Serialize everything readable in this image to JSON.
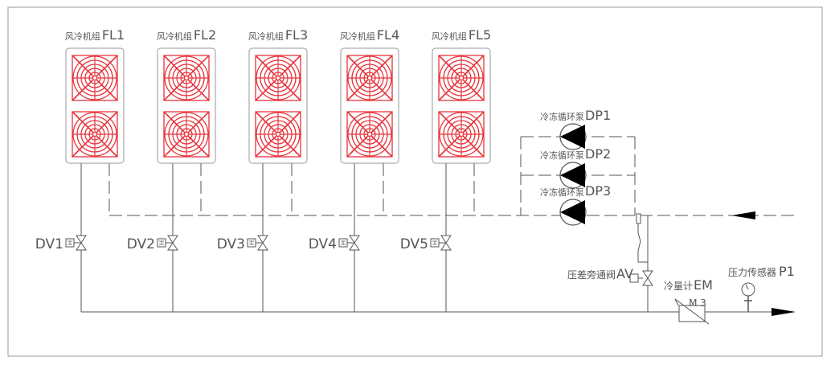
{
  "colors": {
    "line": "#555555",
    "fan": "#e8333b",
    "frame": "#999999",
    "background": "#ffffff",
    "pump_fill": "#000000"
  },
  "chillers": [
    {
      "label": "风冷机组",
      "code": "FL1"
    },
    {
      "label": "风冷机组",
      "code": "FL2"
    },
    {
      "label": "风冷机组",
      "code": "FL3"
    },
    {
      "label": "风冷机组",
      "code": "FL4"
    },
    {
      "label": "风冷机组",
      "code": "FL5"
    }
  ],
  "valves": [
    {
      "code": "DV1"
    },
    {
      "code": "DV2"
    },
    {
      "code": "DV3"
    },
    {
      "code": "DV4"
    },
    {
      "code": "DV5"
    }
  ],
  "pumps": [
    {
      "label": "冷冻循环泵",
      "code": "DP1"
    },
    {
      "label": "冷冻循环泵",
      "code": "DP2"
    },
    {
      "label": "冷冻循环泵",
      "code": "DP3"
    }
  ],
  "bypass_valve": {
    "label": "压差旁通阀",
    "code": "AV"
  },
  "flow_meter": {
    "label": "冷量计",
    "code": "EM",
    "symbol": "M 3"
  },
  "pressure_sensor": {
    "label": "压力传感器",
    "code": "P1"
  },
  "icons": {
    "fan": "fan-icon",
    "valve": "gate-valve-icon",
    "actuator": "actuator-icon",
    "pump": "pump-icon",
    "gauge": "pressure-gauge-icon",
    "meter": "flow-meter-icon",
    "arrow": "flow-arrow-icon"
  }
}
